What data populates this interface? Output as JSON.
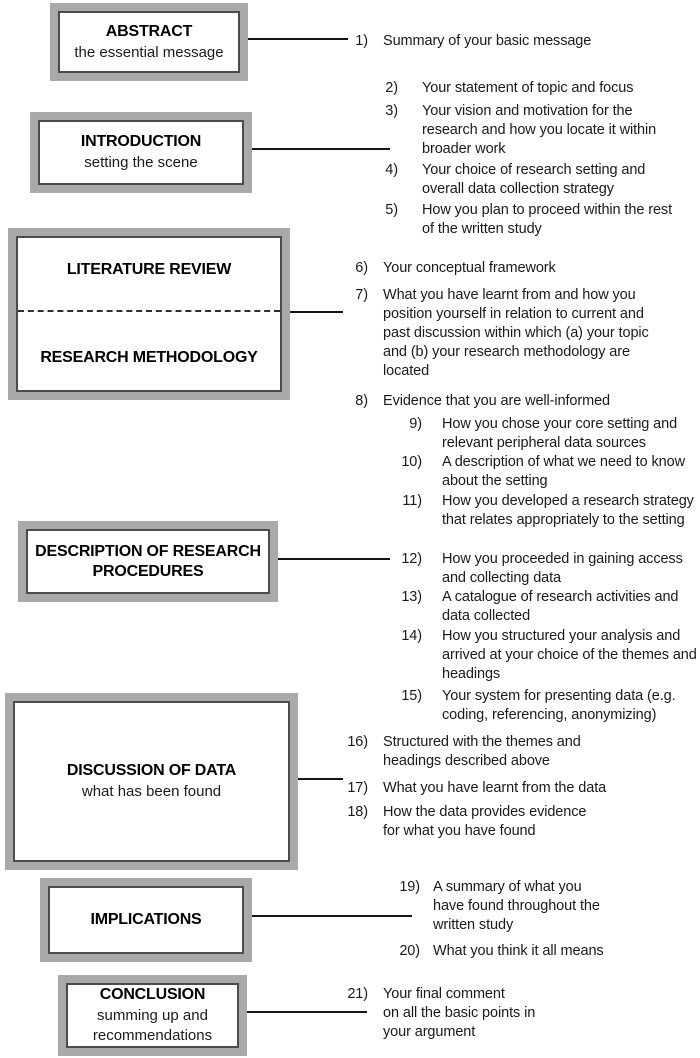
{
  "figure": {
    "description": "Structure of a written research study: section boxes linked to numbered content points",
    "frame_color": "#a9a9a9",
    "inner_border_color": "#4c4c4c",
    "line_color": "#151515",
    "text_color": "#1a1a1a"
  },
  "boxes": [
    {
      "title": "ABSTRACT",
      "subtitle": "the essential message"
    },
    {
      "title": "INTRODUCTION",
      "subtitle": "setting the scene"
    },
    {
      "title": "LITERATURE REVIEW"
    },
    {
      "title": "RESEARCH METHODOLOGY"
    },
    {
      "title": "DESCRIPTION OF RESEARCH\nPROCEDURES"
    },
    {
      "title": "DISCUSSION OF DATA",
      "subtitle": "what has been found"
    },
    {
      "title": "IMPLICATIONS"
    },
    {
      "title": "CONCLUSION",
      "subtitle": "summing up and\nrecommendations"
    }
  ],
  "items": [
    {
      "num": "1)",
      "text": "Summary of your basic message"
    },
    {
      "num": "2)",
      "text": "Your statement of topic and focus"
    },
    {
      "num": "3)",
      "text": "Your vision and motivation for the\nresearch and how you locate it within\nbroader work"
    },
    {
      "num": "4)",
      "text": "Your choice of research setting and\noverall data collection strategy"
    },
    {
      "num": "5)",
      "text": "How you plan to proceed within the rest\nof the written study"
    },
    {
      "num": "6)",
      "text": "Your conceptual framework"
    },
    {
      "num": "7)",
      "text": "What you have learnt from and how you\nposition yourself in relation to current and\npast discussion within which (a) your topic\nand (b) your research methodology are\nlocated"
    },
    {
      "num": "8)",
      "text": "Evidence that you are well-informed"
    },
    {
      "num": "9)",
      "text": "How you chose your core setting and\nrelevant peripheral data sources"
    },
    {
      "num": "10)",
      "text": "A description of what we need to know\nabout the setting"
    },
    {
      "num": "11)",
      "text": "How you developed a research strategy\nthat relates appropriately to the setting"
    },
    {
      "num": "12)",
      "text": "How you proceeded in gaining access\nand collecting data"
    },
    {
      "num": "13)",
      "text": "A catalogue of research activities and\ndata collected"
    },
    {
      "num": "14)",
      "text": "How you structured your analysis and\narrived at your choice of the themes and\nheadings"
    },
    {
      "num": "15)",
      "text": "Your system for presenting data (e.g.\ncoding, referencing, anonymizing)"
    },
    {
      "num": "16)",
      "text": "Structured with the themes and\nheadings described above"
    },
    {
      "num": "17)",
      "text": "What you have learnt from the data"
    },
    {
      "num": "18)",
      "text": "How the data provides evidence\nfor what you have found"
    },
    {
      "num": "19)",
      "text": "A summary of what you\nhave found throughout the\nwritten study"
    },
    {
      "num": "20)",
      "text": "What you think it all means"
    },
    {
      "num": "21)",
      "text": "Your final comment\non all the basic points in\nyour argument"
    }
  ]
}
